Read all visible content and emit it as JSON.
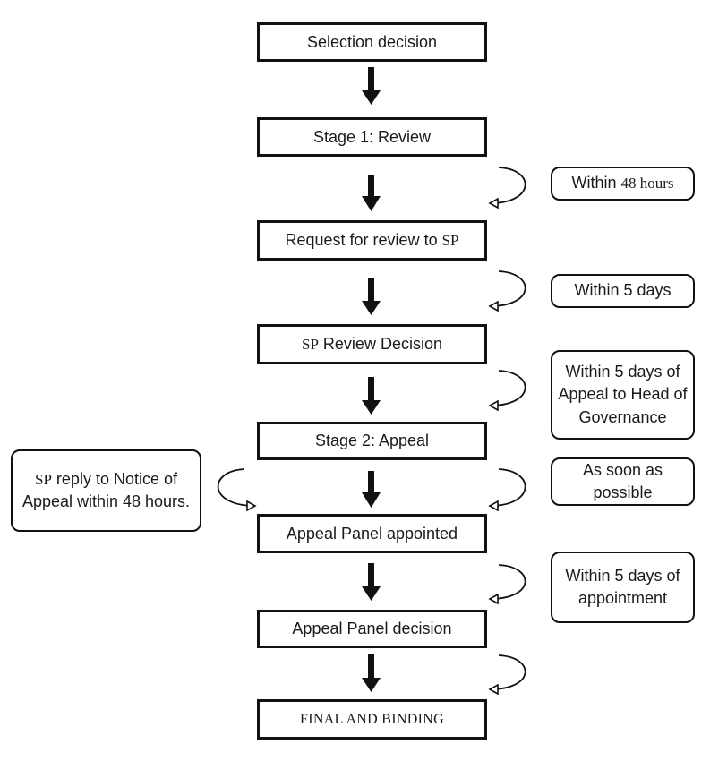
{
  "steps": [
    {
      "prefix": "",
      "label": "Selection decision"
    },
    {
      "prefix": "",
      "label": "Stage 1: Review"
    },
    {
      "prefix": "",
      "label": "Request for review to ",
      "suffix": "SP"
    },
    {
      "prefix": "SP",
      "label": " Review Decision"
    },
    {
      "prefix": "",
      "label": "Stage 2: Appeal"
    },
    {
      "prefix": "",
      "label": "Appeal Panel appointed"
    },
    {
      "prefix": "",
      "label": "Appeal Panel decision"
    },
    {
      "prefix": "",
      "label": "FINAL AND BINDING"
    }
  ],
  "notes": [
    {
      "label": "Within ",
      "suffix": "48 hours"
    },
    {
      "label": "Within 5 days"
    },
    {
      "label": "Within 5 days of Appeal to Head of Governance"
    },
    {
      "label": "As soon as possible"
    },
    {
      "label": "Within 5 days of appointment"
    }
  ],
  "left_note": {
    "prefix": "SP",
    "label": " reply to Notice of Appeal within 48 hours."
  }
}
